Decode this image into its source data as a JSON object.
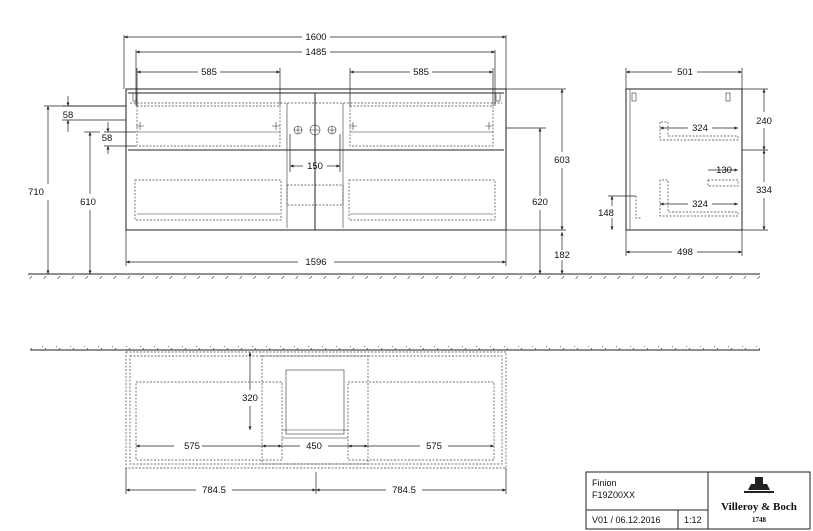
{
  "front_view": {
    "dims": {
      "overall_width": "1600",
      "inner_width": "1485",
      "drawer_width_left": "585",
      "drawer_width_right": "585",
      "overall_height_left": "710",
      "bottom_height": "610",
      "top_offset": "58",
      "top_offset_2": "58",
      "center_width": "150",
      "body_width": "1596",
      "body_height": "603",
      "height_620": "620",
      "floor_gap": "182"
    }
  },
  "side_view": {
    "dims": {
      "depth_top": "501",
      "depth_bottom": "498",
      "upper_inner": "324",
      "lower_inner": "324",
      "pipe_depth": "130",
      "upper_height": "240",
      "lower_height": "334",
      "pipe_height": "148"
    }
  },
  "plan_view": {
    "dims": {
      "cutout_depth": "320",
      "left_span": "575",
      "right_span": "575",
      "center_span": "450",
      "half_left": "784.5",
      "half_right": "784.5"
    }
  },
  "title_block": {
    "product_name": "Finion",
    "article_code": "F19Z00XX",
    "version": "V01 / 06.12.2016",
    "scale": "1:12",
    "brand": "Villeroy & Boch",
    "brand_year": "1748"
  }
}
